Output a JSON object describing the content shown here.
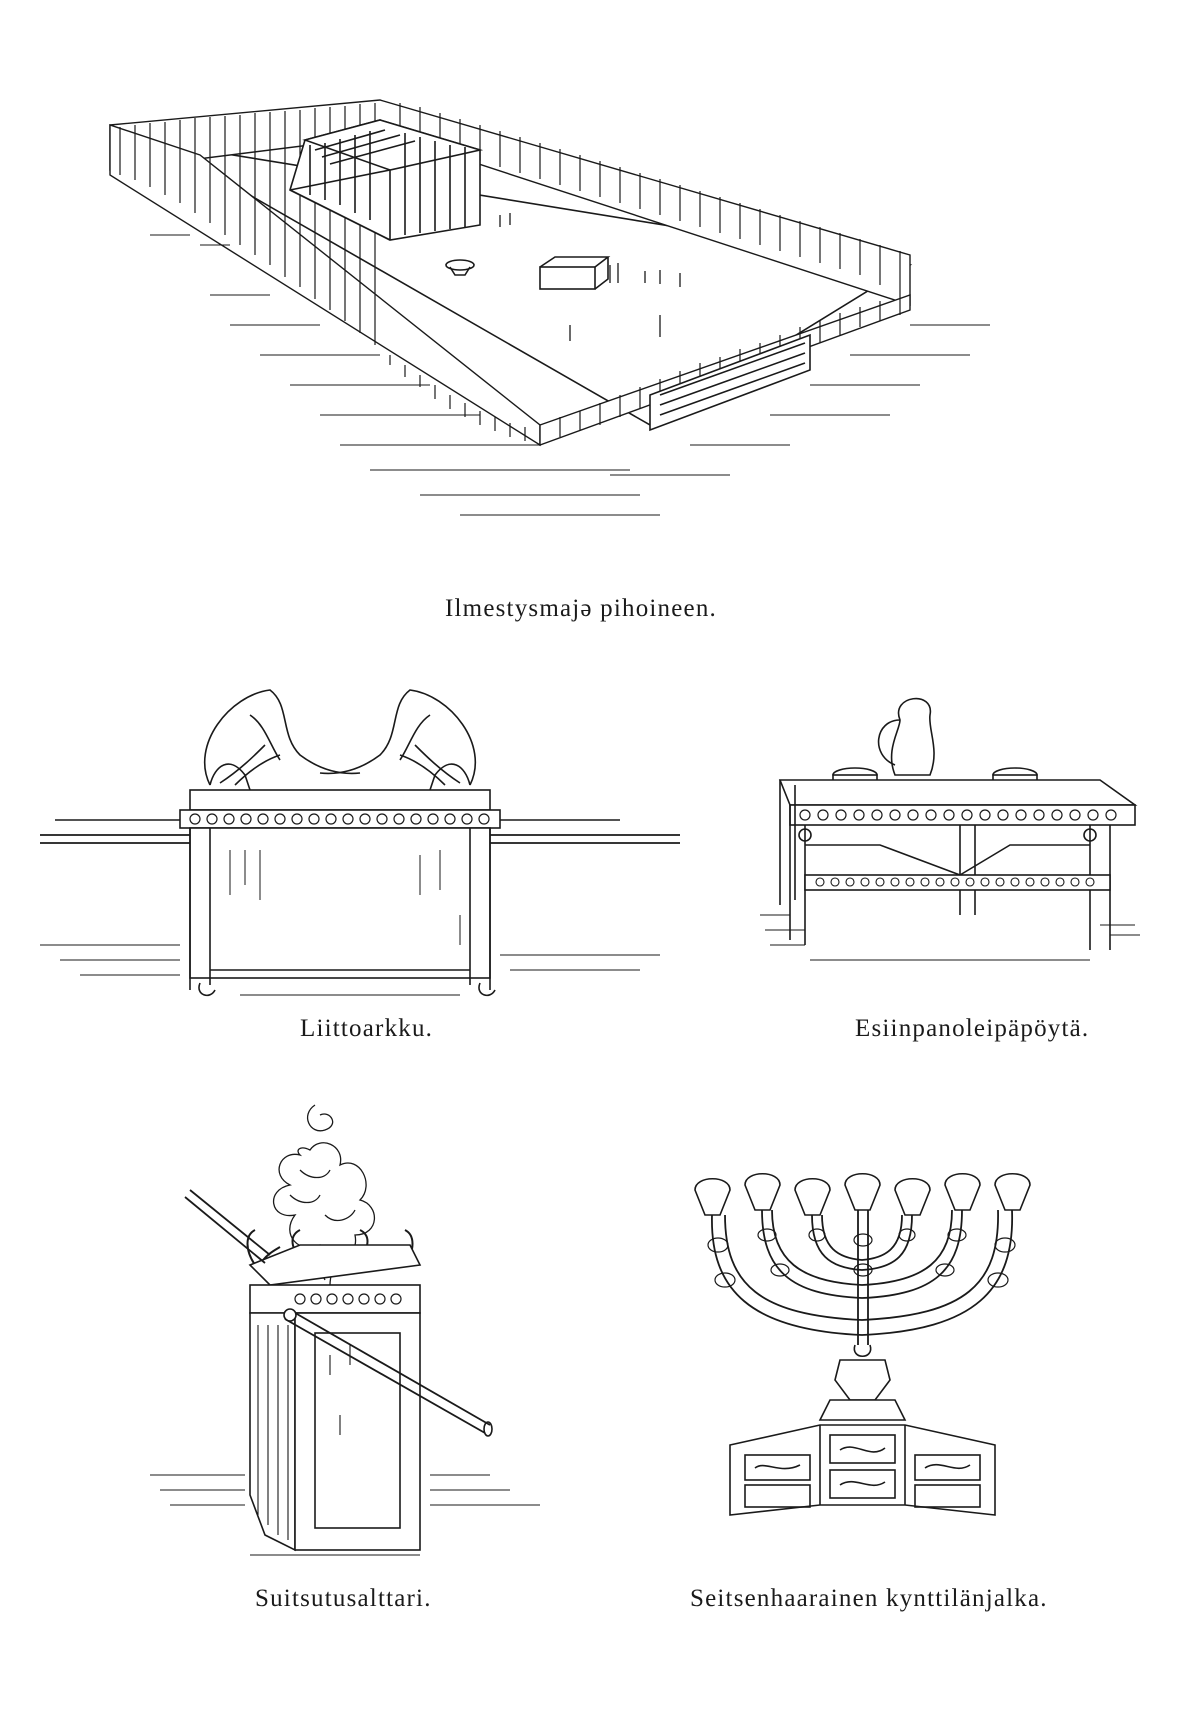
{
  "figures": [
    {
      "id": "tabernacle",
      "caption": "Ilmestysmajə pihoineen."
    },
    {
      "id": "ark",
      "caption": "Liittoarkku."
    },
    {
      "id": "showbread_table",
      "caption": "Esiinpanoleipäpöytä."
    },
    {
      "id": "incense_altar",
      "caption": "Suitsutusalttari."
    },
    {
      "id": "menorah",
      "caption": "Seitsenhaarainen kynttilänjalka."
    }
  ],
  "colors": {
    "ink": "#1a1a1a",
    "paper": "#ffffff"
  }
}
